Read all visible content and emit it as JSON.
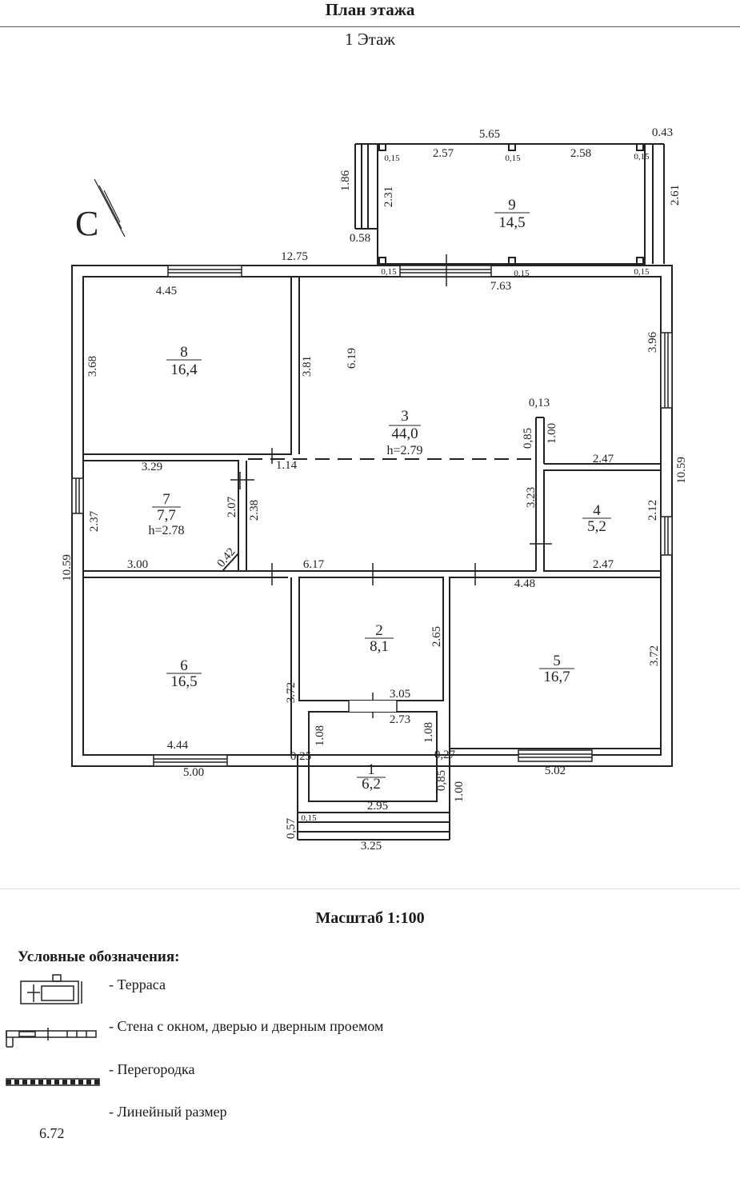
{
  "header": {
    "title": "План этажа",
    "subtitle": "1 Этаж"
  },
  "compass": {
    "label": "С"
  },
  "rooms": [
    {
      "number": "1",
      "area": "6,2"
    },
    {
      "number": "2",
      "area": "8,1"
    },
    {
      "number": "3",
      "area": "44,0",
      "height": "h=2.79"
    },
    {
      "number": "4",
      "area": "5,2"
    },
    {
      "number": "5",
      "area": "16,7"
    },
    {
      "number": "6",
      "area": "16,5"
    },
    {
      "number": "7",
      "area": "7,7",
      "height": "h=2.78"
    },
    {
      "number": "8",
      "area": "16,4"
    },
    {
      "number": "9",
      "area": "14,5"
    }
  ],
  "dimensions": [
    "5.65",
    "0.43",
    "2.57",
    "2.58",
    "0,15",
    "0,15",
    "0,15",
    "1.86",
    "2.31",
    "2.61",
    "0.58",
    "12.75",
    "0,15",
    "0,15",
    "0,15",
    "7.63",
    "4.45",
    "3.68",
    "3.81",
    "6.19",
    "3.96",
    "0,13",
    "0,85",
    "1.00",
    "2.47",
    "3.29",
    "1.14",
    "10.59",
    "2.37",
    "2.07",
    "2.38",
    "3.23",
    "2.12",
    "10.59",
    "3.00",
    "0.42",
    "6.17",
    "2.47",
    "4.48",
    "2.65",
    "3.72",
    "3.72",
    "3.05",
    "2.73",
    "1.08",
    "1.08",
    "4.44",
    "0,25",
    "0,27",
    "5.00",
    "5.02",
    "0,85",
    "1.00",
    "2.95",
    "0,15",
    "0,57",
    "3.25"
  ],
  "scale": "Масштаб 1:100",
  "legend": {
    "title": "Условные обозначения:",
    "items": [
      "- Терраса",
      "- Стена с окном, дверью и дверным проемом",
      "- Перегородка",
      "- Линейный размер"
    ],
    "example_dimension": "6.72"
  }
}
